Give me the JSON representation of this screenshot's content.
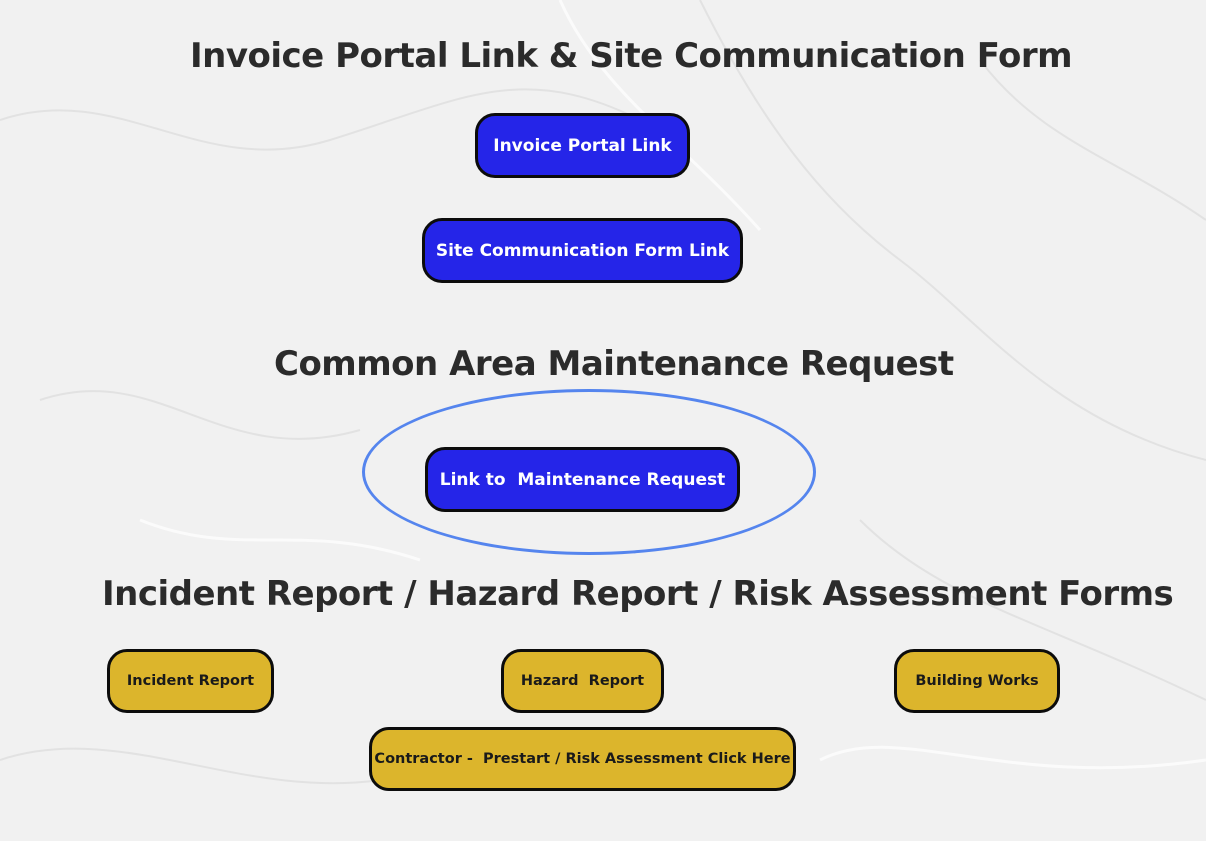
{
  "sections": {
    "invoice": {
      "heading": "Invoice Portal Link & Site Communication Form",
      "invoice_button": "Invoice Portal Link",
      "site_comm_button": "Site Communication Form Link"
    },
    "maintenance": {
      "heading": "Common Area Maintenance Request",
      "maintenance_button": "Link to  Maintenance Request"
    },
    "incident": {
      "heading": "Incident Report / Hazard Report / Risk Assessment Forms",
      "incident_button": "Incident Report",
      "hazard_button": "Hazard  Report",
      "building_button": "Building Works",
      "contractor_button": "Contractor -  Prestart / Risk Assessment Click Here"
    }
  },
  "colors": {
    "primary_button": "#2525e8",
    "secondary_button": "#dcb52c",
    "highlight_ring": "#5585ee",
    "heading_text": "#2b2b2b"
  }
}
